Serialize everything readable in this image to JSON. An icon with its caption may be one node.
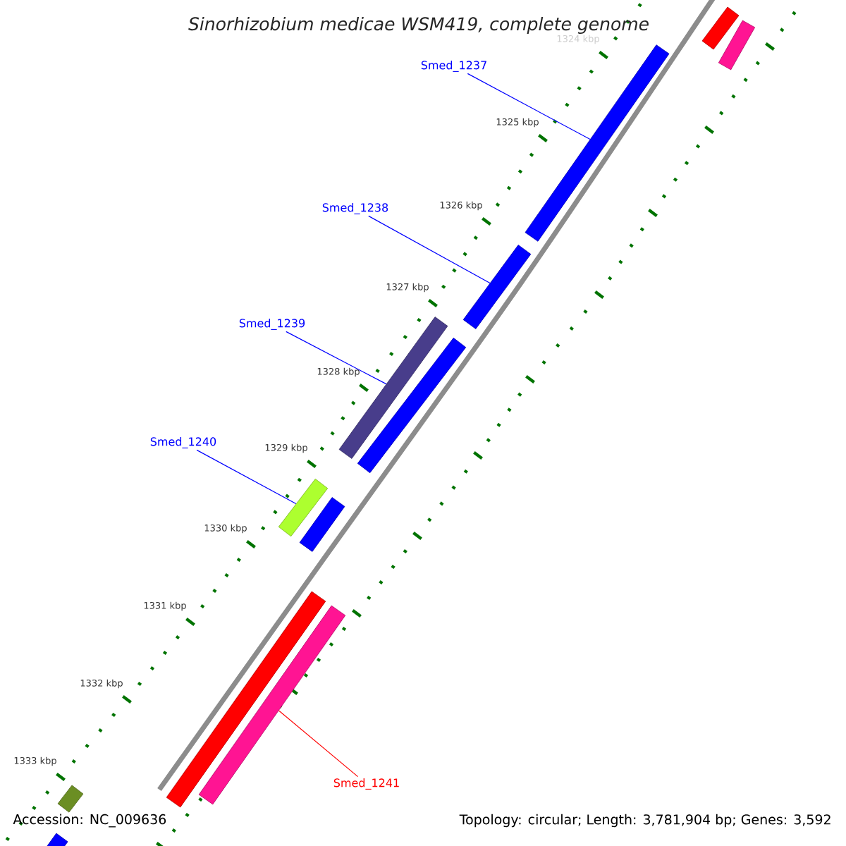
{
  "diagram": {
    "title": "Sinorhizobium medicae WSM419, complete genome",
    "nodes": [
      {
        "text": [
          "Smed_1237"
        ]
      },
      {
        "text": [
          "Smed_1238"
        ]
      },
      {
        "text": [
          "Smed_1239"
        ]
      },
      {
        "text": [
          "Smed_1240"
        ]
      },
      {
        "text": [
          "Smed_1241"
        ]
      },
      {
        "text": [],
        "shape": "bar"
      },
      {
        "text": [],
        "shape": "bar"
      },
      {
        "text": [],
        "shape": "bar"
      },
      {
        "text": [],
        "shape": "bar"
      },
      {
        "text": [],
        "shape": "bar"
      },
      {
        "text": [],
        "shape": "bar"
      },
      {
        "text": [],
        "shape": "bar"
      },
      {
        "text": [],
        "shape": "bar"
      },
      {
        "text": [],
        "shape": "bar"
      },
      {
        "text": [],
        "shape": "bar"
      },
      {
        "text": [],
        "shape": "bar"
      },
      {
        "text": [],
        "shape": "bar"
      }
    ],
    "edges": [
      {
        "from": 0,
        "to": 7,
        "arrow": "none"
      },
      {
        "from": 1,
        "to": 8,
        "arrow": "none"
      },
      {
        "from": 2,
        "to": 9,
        "arrow": "none"
      },
      {
        "from": 3,
        "to": 11,
        "arrow": "none"
      },
      {
        "from": 4,
        "to": 14,
        "arrow": "none",
        "color": "#ff0000"
      }
    ],
    "labels": [
      "1324 kbp",
      "1325 kbp",
      "1326 kbp",
      "1327 kbp",
      "1328 kbp",
      "1329 kbp",
      "1330 kbp",
      "1331 kbp",
      "1332 kbp",
      "1333 kbp",
      "Accession: NC_009636",
      "Topology: circular; Length: 3,781,904 bp; Genes: 3,592"
    ]
  }
}
